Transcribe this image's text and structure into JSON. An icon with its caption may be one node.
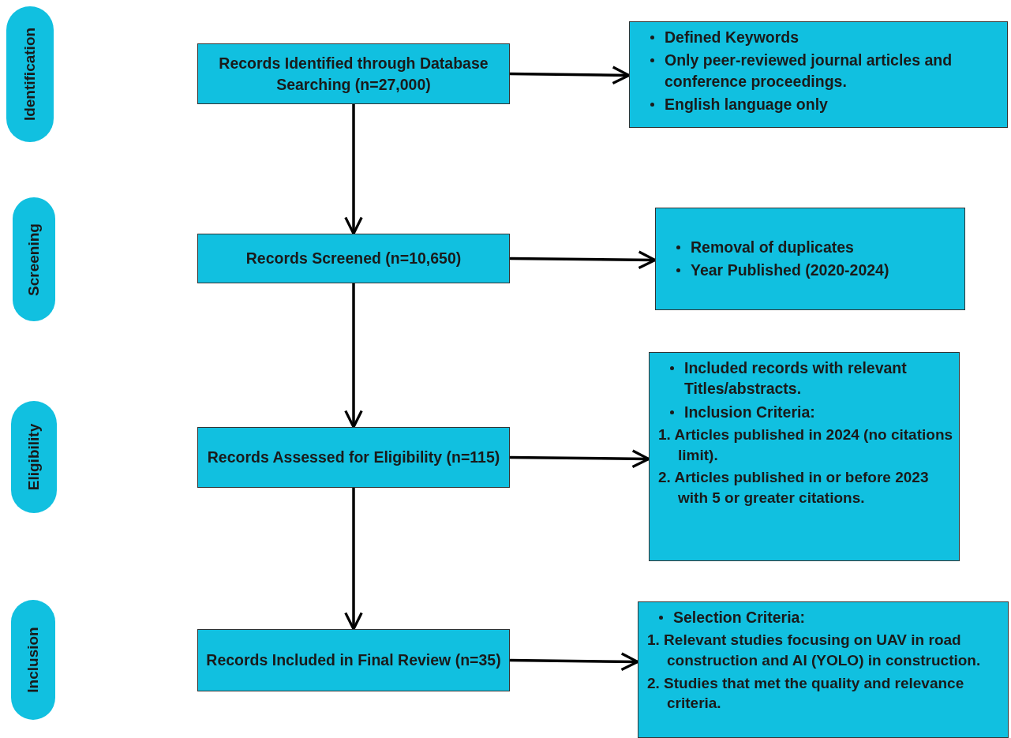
{
  "diagram": {
    "nodes": [
      {
        "text": [
          "Identification"
        ]
      },
      {
        "text": [
          "Screening"
        ]
      },
      {
        "text": [
          "Eligibility"
        ]
      },
      {
        "text": [
          "Inclusion"
        ]
      },
      {
        "text": [
          "Records Identified through Database Searching (n=27,000)"
        ]
      },
      {
        "text": [
          "Defined Keywords",
          "Only peer-reviewed journal articles and conference proceedings.",
          "English language only"
        ]
      },
      {
        "text": [
          "Records Screened (n=10,650)"
        ]
      },
      {
        "text": [
          "Removal of duplicates",
          "Year Published (2020-2024)"
        ]
      },
      {
        "text": [
          "Records Assessed for Eligibility (n=115)"
        ]
      },
      {
        "text": [
          "Included records with relevant Titles/abstracts.",
          "Inclusion Criteria:",
          "1. Articles published in 2024 (no citations limit).",
          "2. Articles published in or before 2023 with 5 or greater citations."
        ]
      },
      {
        "text": [
          "Records Included in Final Review (n=35)"
        ]
      },
      {
        "text": [
          "Selection Criteria:",
          "1. Relevant studies focusing on UAV in road construction and AI (YOLO) in construction.",
          "2. Studies that met the quality and relevance criteria."
        ]
      }
    ],
    "edges": [
      {
        "from": 4,
        "to": 6,
        "arrow": "to"
      },
      {
        "from": 6,
        "to": 8,
        "arrow": "to"
      },
      {
        "from": 8,
        "to": 10,
        "arrow": "to"
      },
      {
        "from": 4,
        "to": 5,
        "arrow": "to"
      },
      {
        "from": 6,
        "to": 7,
        "arrow": "to"
      },
      {
        "from": 8,
        "to": 9,
        "arrow": "to"
      },
      {
        "from": 10,
        "to": 11,
        "arrow": "to"
      }
    ]
  }
}
